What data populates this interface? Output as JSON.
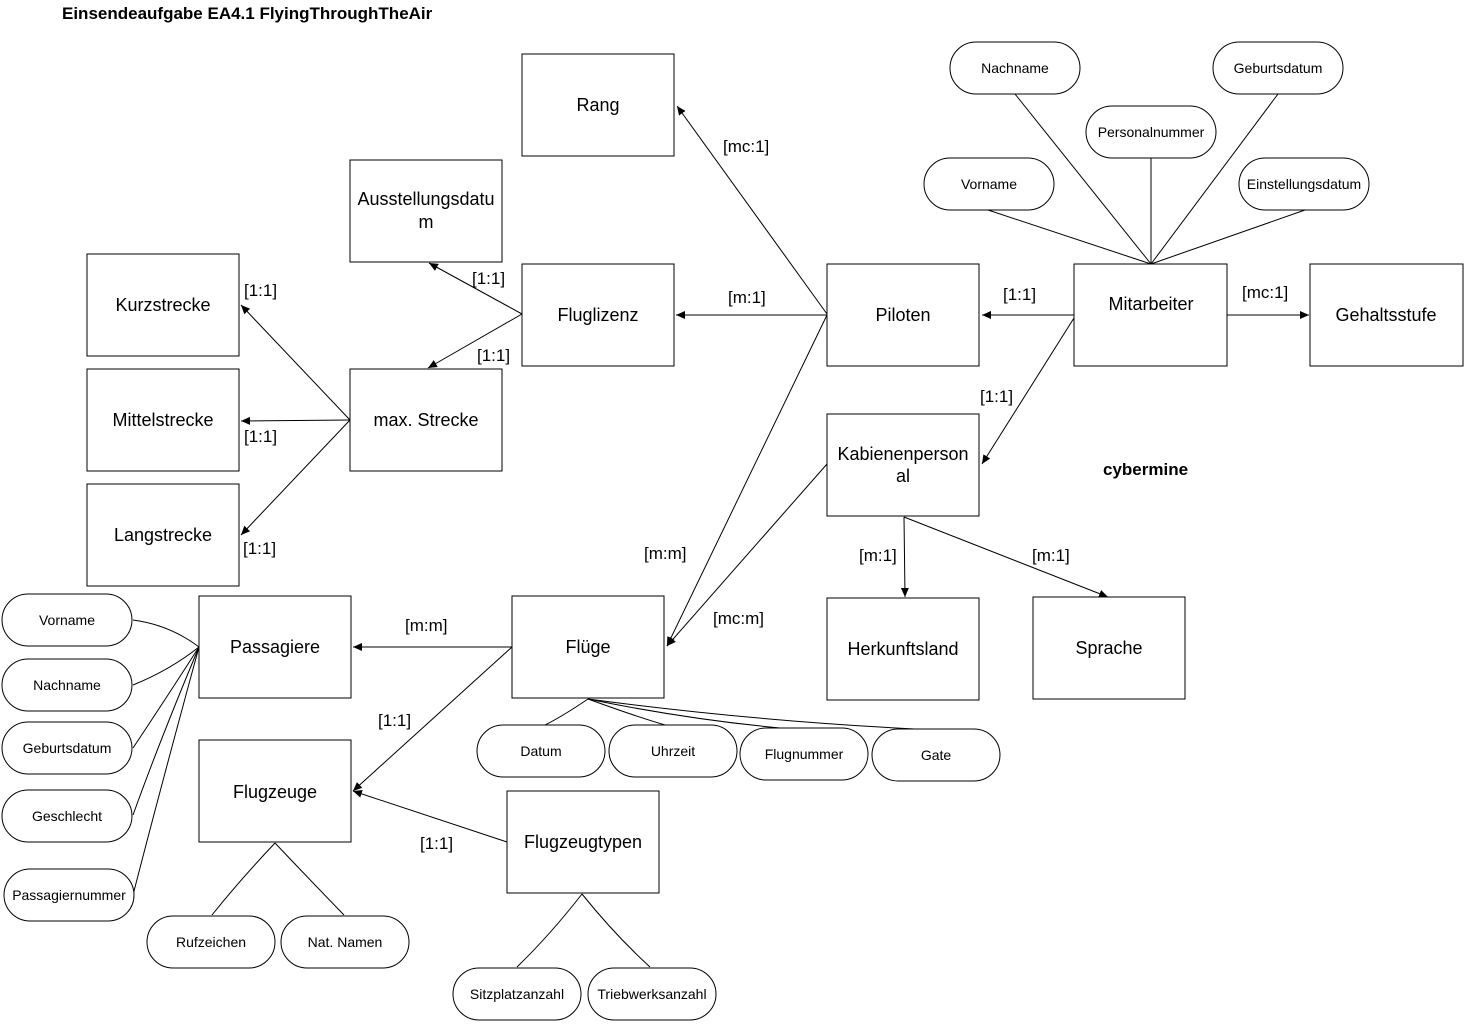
{
  "title": "Einsendeaufgabe EA4.1 FlyingThroughTheAir",
  "watermark": "cybermine",
  "entities": {
    "rang": "Rang",
    "ausstellungsdatum_l1": "Ausstellungsdatu",
    "ausstellungsdatum_l2": "m",
    "kurzstrecke": "Kurzstrecke",
    "mittelstrecke": "Mittelstrecke",
    "langstrecke": "Langstrecke",
    "max_strecke": "max. Strecke",
    "fluglizenz": "Fluglizenz",
    "piloten": "Piloten",
    "mitarbeiter": "Mitarbeiter",
    "gehaltsstufe": "Gehaltsstufe",
    "kabinenpersonal_l1": "Kabienenperson",
    "kabinenpersonal_l2": "al",
    "herkunftsland": "Herkunftsland",
    "sprache": "Sprache",
    "passagiere": "Passagiere",
    "fluege": "Flüge",
    "flugzeuge": "Flugzeuge",
    "flugzeugtypen": "Flugzeugtypen"
  },
  "attributes": {
    "mitarbeiter_nachname": "Nachname",
    "mitarbeiter_geburtsdatum": "Geburtsdatum",
    "mitarbeiter_personalnummer": "Personalnummer",
    "mitarbeiter_vorname": "Vorname",
    "mitarbeiter_einstellungsdatum": "Einstellungsdatum",
    "passagier_vorname": "Vorname",
    "passagier_nachname": "Nachname",
    "passagier_geburtsdatum": "Geburtsdatum",
    "passagier_geschlecht": "Geschlecht",
    "passagier_passagiernummer": "Passagiernummer",
    "flug_datum": "Datum",
    "flug_uhrzeit": "Uhrzeit",
    "flug_flugnummer": "Flugnummer",
    "flug_gate": "Gate",
    "flugzeug_rufzeichen": "Rufzeichen",
    "flugzeug_nat_namen": "Nat. Namen",
    "typ_sitzplatzanzahl": "Sitzplatzanzahl",
    "typ_triebwerksanzahl": "Triebwerksanzahl"
  },
  "cardinalities": {
    "piloten_rang": "[mc:1]",
    "fluglizenz_ausstellungsdatum": "[1:1]",
    "fluglizenz_max_strecke": "[1:1]",
    "max_strecke_kurzstrecke": "[1:1]",
    "max_strecke_mittelstrecke": "[1:1]",
    "max_strecke_langstrecke": "[1:1]",
    "piloten_fluglizenz": "[m:1]",
    "mitarbeiter_piloten": "[1:1]",
    "mitarbeiter_gehaltsstufe": "[mc:1]",
    "mitarbeiter_kabinenpersonal": "[1:1]",
    "piloten_fluege": "[m:m]",
    "kabinenpersonal_fluege": "[mc:m]",
    "kabinenpersonal_herkunftsland": "[m:1]",
    "kabinenpersonal_sprache": "[m:1]",
    "fluege_passagiere": "[m:m]",
    "fluege_flugzeuge": "[1:1]",
    "flugzeugtypen_flugzeuge": "[1:1]"
  }
}
